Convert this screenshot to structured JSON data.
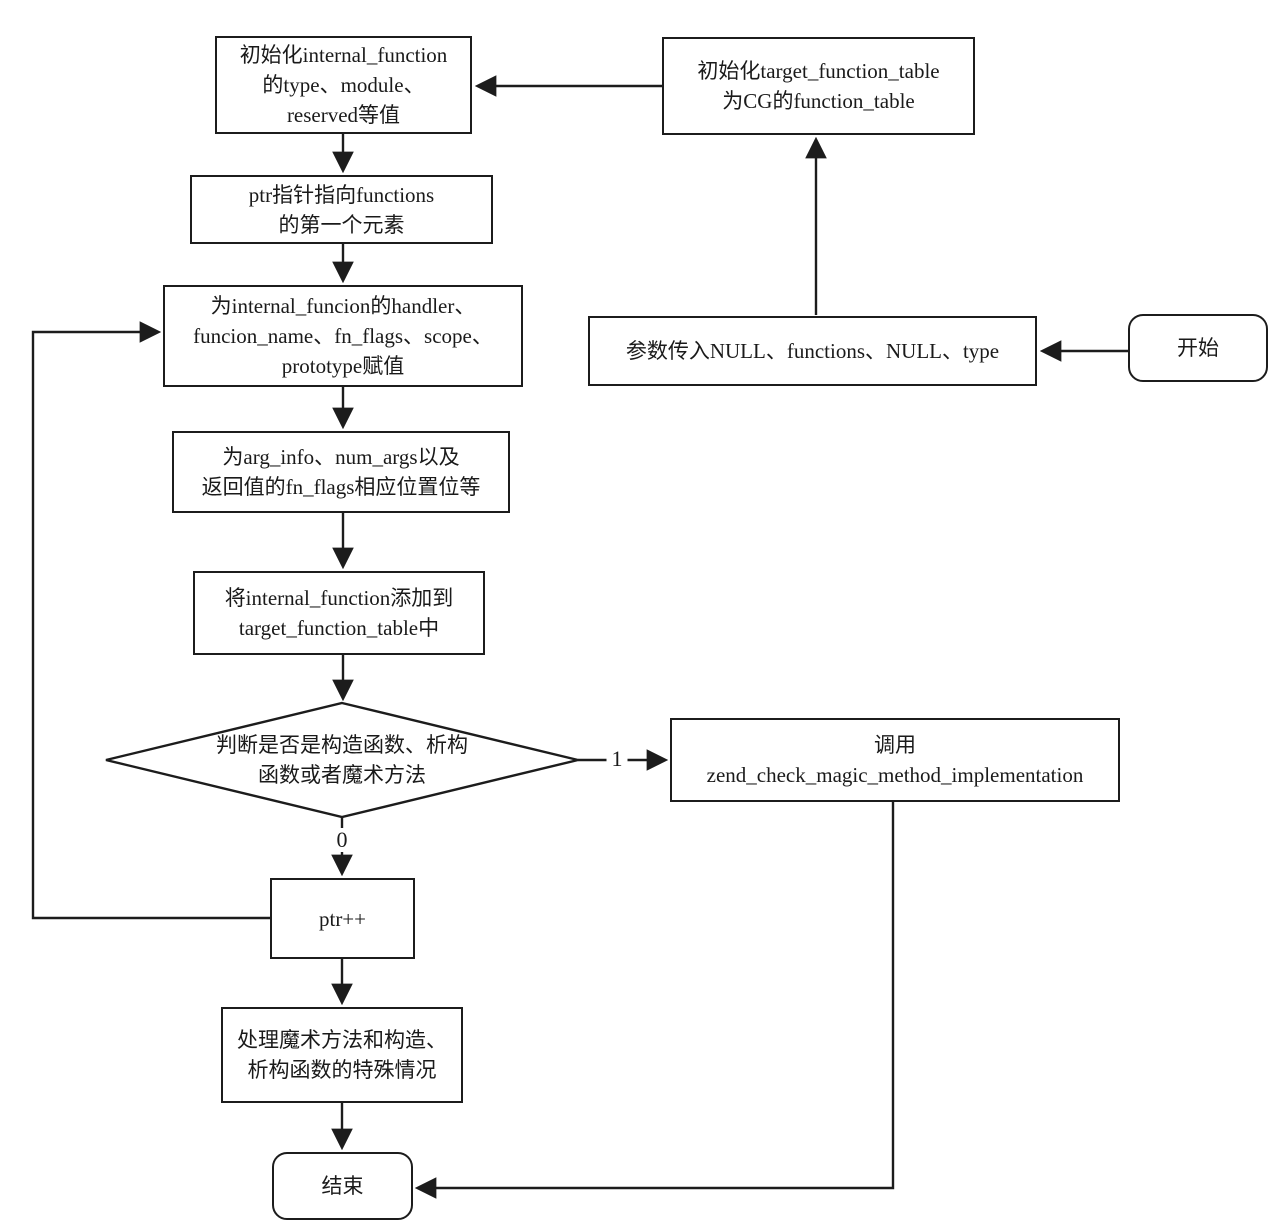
{
  "diagram": {
    "background_color": "#ffffff",
    "line_color": "#1c1c1c",
    "nodes": {
      "init_internal": {
        "lines": [
          "初始化internal_function",
          "的type、module、",
          "reserved等值"
        ]
      },
      "init_target": {
        "lines": [
          "初始化target_function_table",
          "为CG的function_table"
        ]
      },
      "ptr_point": {
        "lines": [
          "ptr指针指向functions",
          "的第一个元素"
        ]
      },
      "assign_handler": {
        "lines": [
          "为internal_funcion的handler、",
          "funcion_name、fn_flags、scope、",
          "prototype赋值"
        ]
      },
      "params_in": {
        "lines": [
          "参数传入NULL、functions、NULL、type"
        ]
      },
      "start": {
        "lines": [
          "开始"
        ]
      },
      "arg_info": {
        "lines": [
          "为arg_info、num_args以及",
          "返回值的fn_flags相应位置位等"
        ]
      },
      "add_to_table": {
        "lines": [
          "将internal_function添加到",
          "target_function_table中"
        ]
      },
      "decision": {
        "lines": [
          "判断是否是构造函数、析构",
          "函数或者魔术方法"
        ]
      },
      "zend_check": {
        "lines": [
          "调用",
          "zend_check_magic_method_implementation"
        ]
      },
      "ptr_inc": {
        "lines": [
          "ptr++"
        ]
      },
      "handle_magic": {
        "lines": [
          "处理魔术方法和构造、",
          "析构函数的特殊情况"
        ]
      },
      "end": {
        "lines": [
          "结束"
        ]
      }
    },
    "edge_labels": {
      "decision_true": "1",
      "decision_false": "0"
    }
  }
}
